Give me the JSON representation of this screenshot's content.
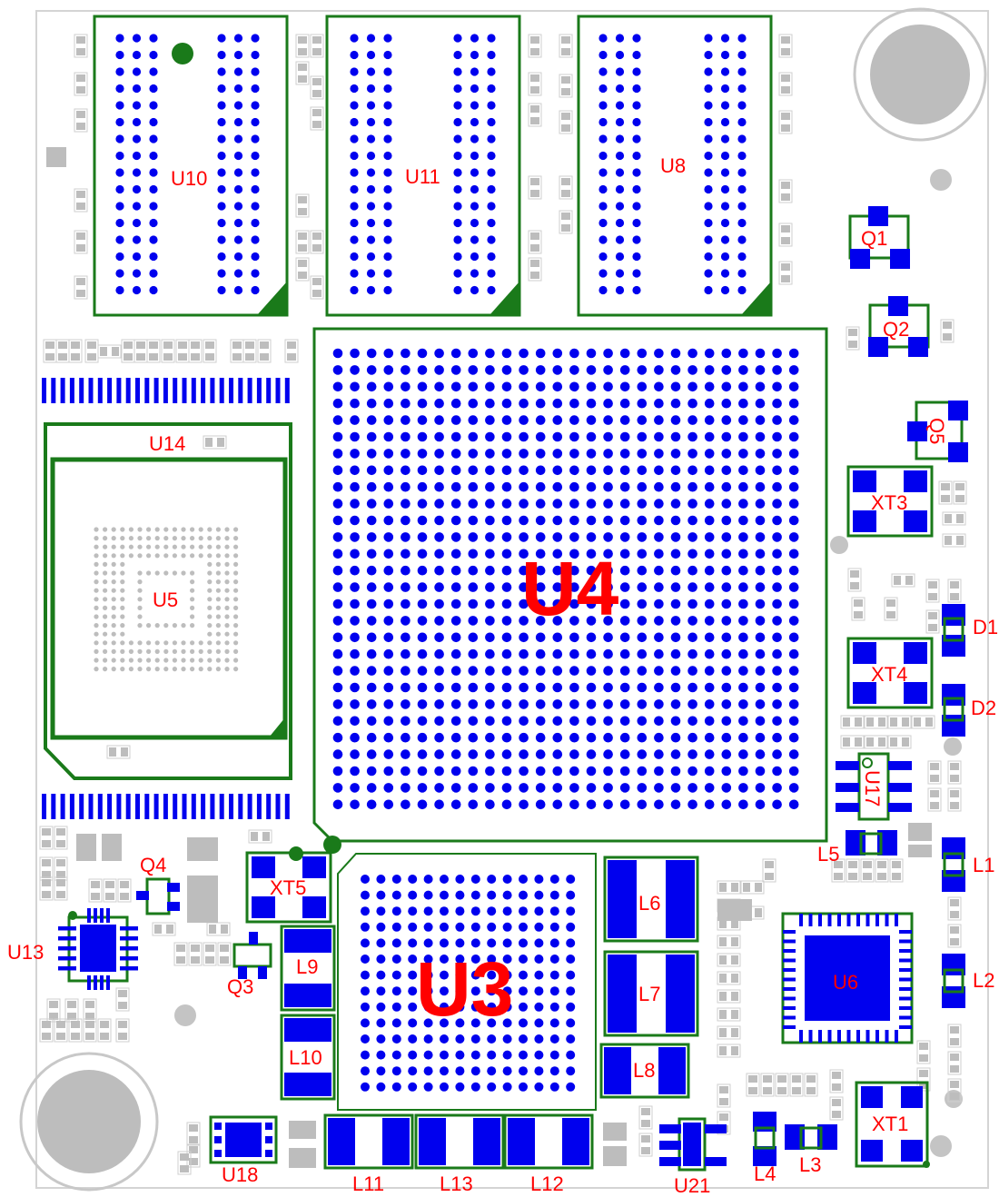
{
  "labels": {
    "U10": "U10",
    "U11": "U11",
    "U8": "U8",
    "Q1": "Q1",
    "Q2": "Q2",
    "Q5": "Q5",
    "U14": "U14",
    "U5": "U5",
    "U4": "U4",
    "XT3": "XT3",
    "D1": "D1",
    "XT4": "XT4",
    "D2": "D2",
    "U17": "U17",
    "L5": "L5",
    "L1": "L1",
    "Q4": "Q4",
    "XT5": "XT5",
    "U3": "U3",
    "L6": "L6",
    "L7": "L7",
    "L8": "L8",
    "L9": "L9",
    "L10": "L10",
    "U13": "U13",
    "Q3": "Q3",
    "U6": "U6",
    "L2": "L2",
    "U18": "U18",
    "L11": "L11",
    "L13": "L13",
    "L12": "L12",
    "U21": "U21",
    "L4": "L4",
    "L3": "L3",
    "XT1": "XT1"
  },
  "colors": {
    "outline": "#1a7a1a",
    "pad": "#0000ee",
    "ref": "#ff0000",
    "passive": "#bdbdbd",
    "board": "#d4d4d4"
  }
}
